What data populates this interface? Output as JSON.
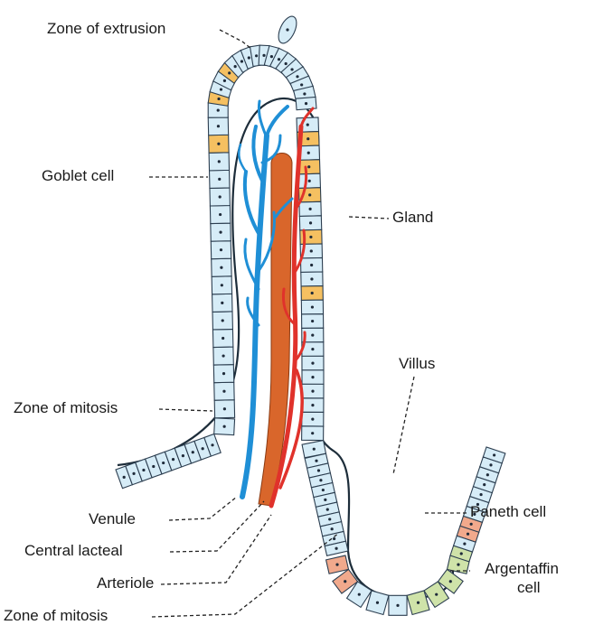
{
  "labels": {
    "zone_of_extrusion": "Zone of extrusion",
    "goblet_cell": "Goblet cell",
    "gland": "Gland",
    "villus": "Villus",
    "zone_of_mitosis_upper": "Zone of mitosis",
    "venule": "Venule",
    "paneth_cell": "Paneth cell",
    "central_lacteal": "Central lacteal",
    "arteriole": "Arteriole",
    "argentaffin_line1": "Argentaffin",
    "argentaffin_line2": "cell",
    "zone_of_mitosis_lower": "Zone of mitosis"
  },
  "colors": {
    "epithelial_cell": "#d6ecf7",
    "goblet_cell": "#f5c061",
    "paneth_cell": "#f1a98c",
    "argentaffin_cell": "#cfe3a9",
    "venule": "#1f8fd6",
    "central_lacteal": "#d9662b",
    "arteriole": "#e0322b",
    "outline": "#2c3e50"
  }
}
